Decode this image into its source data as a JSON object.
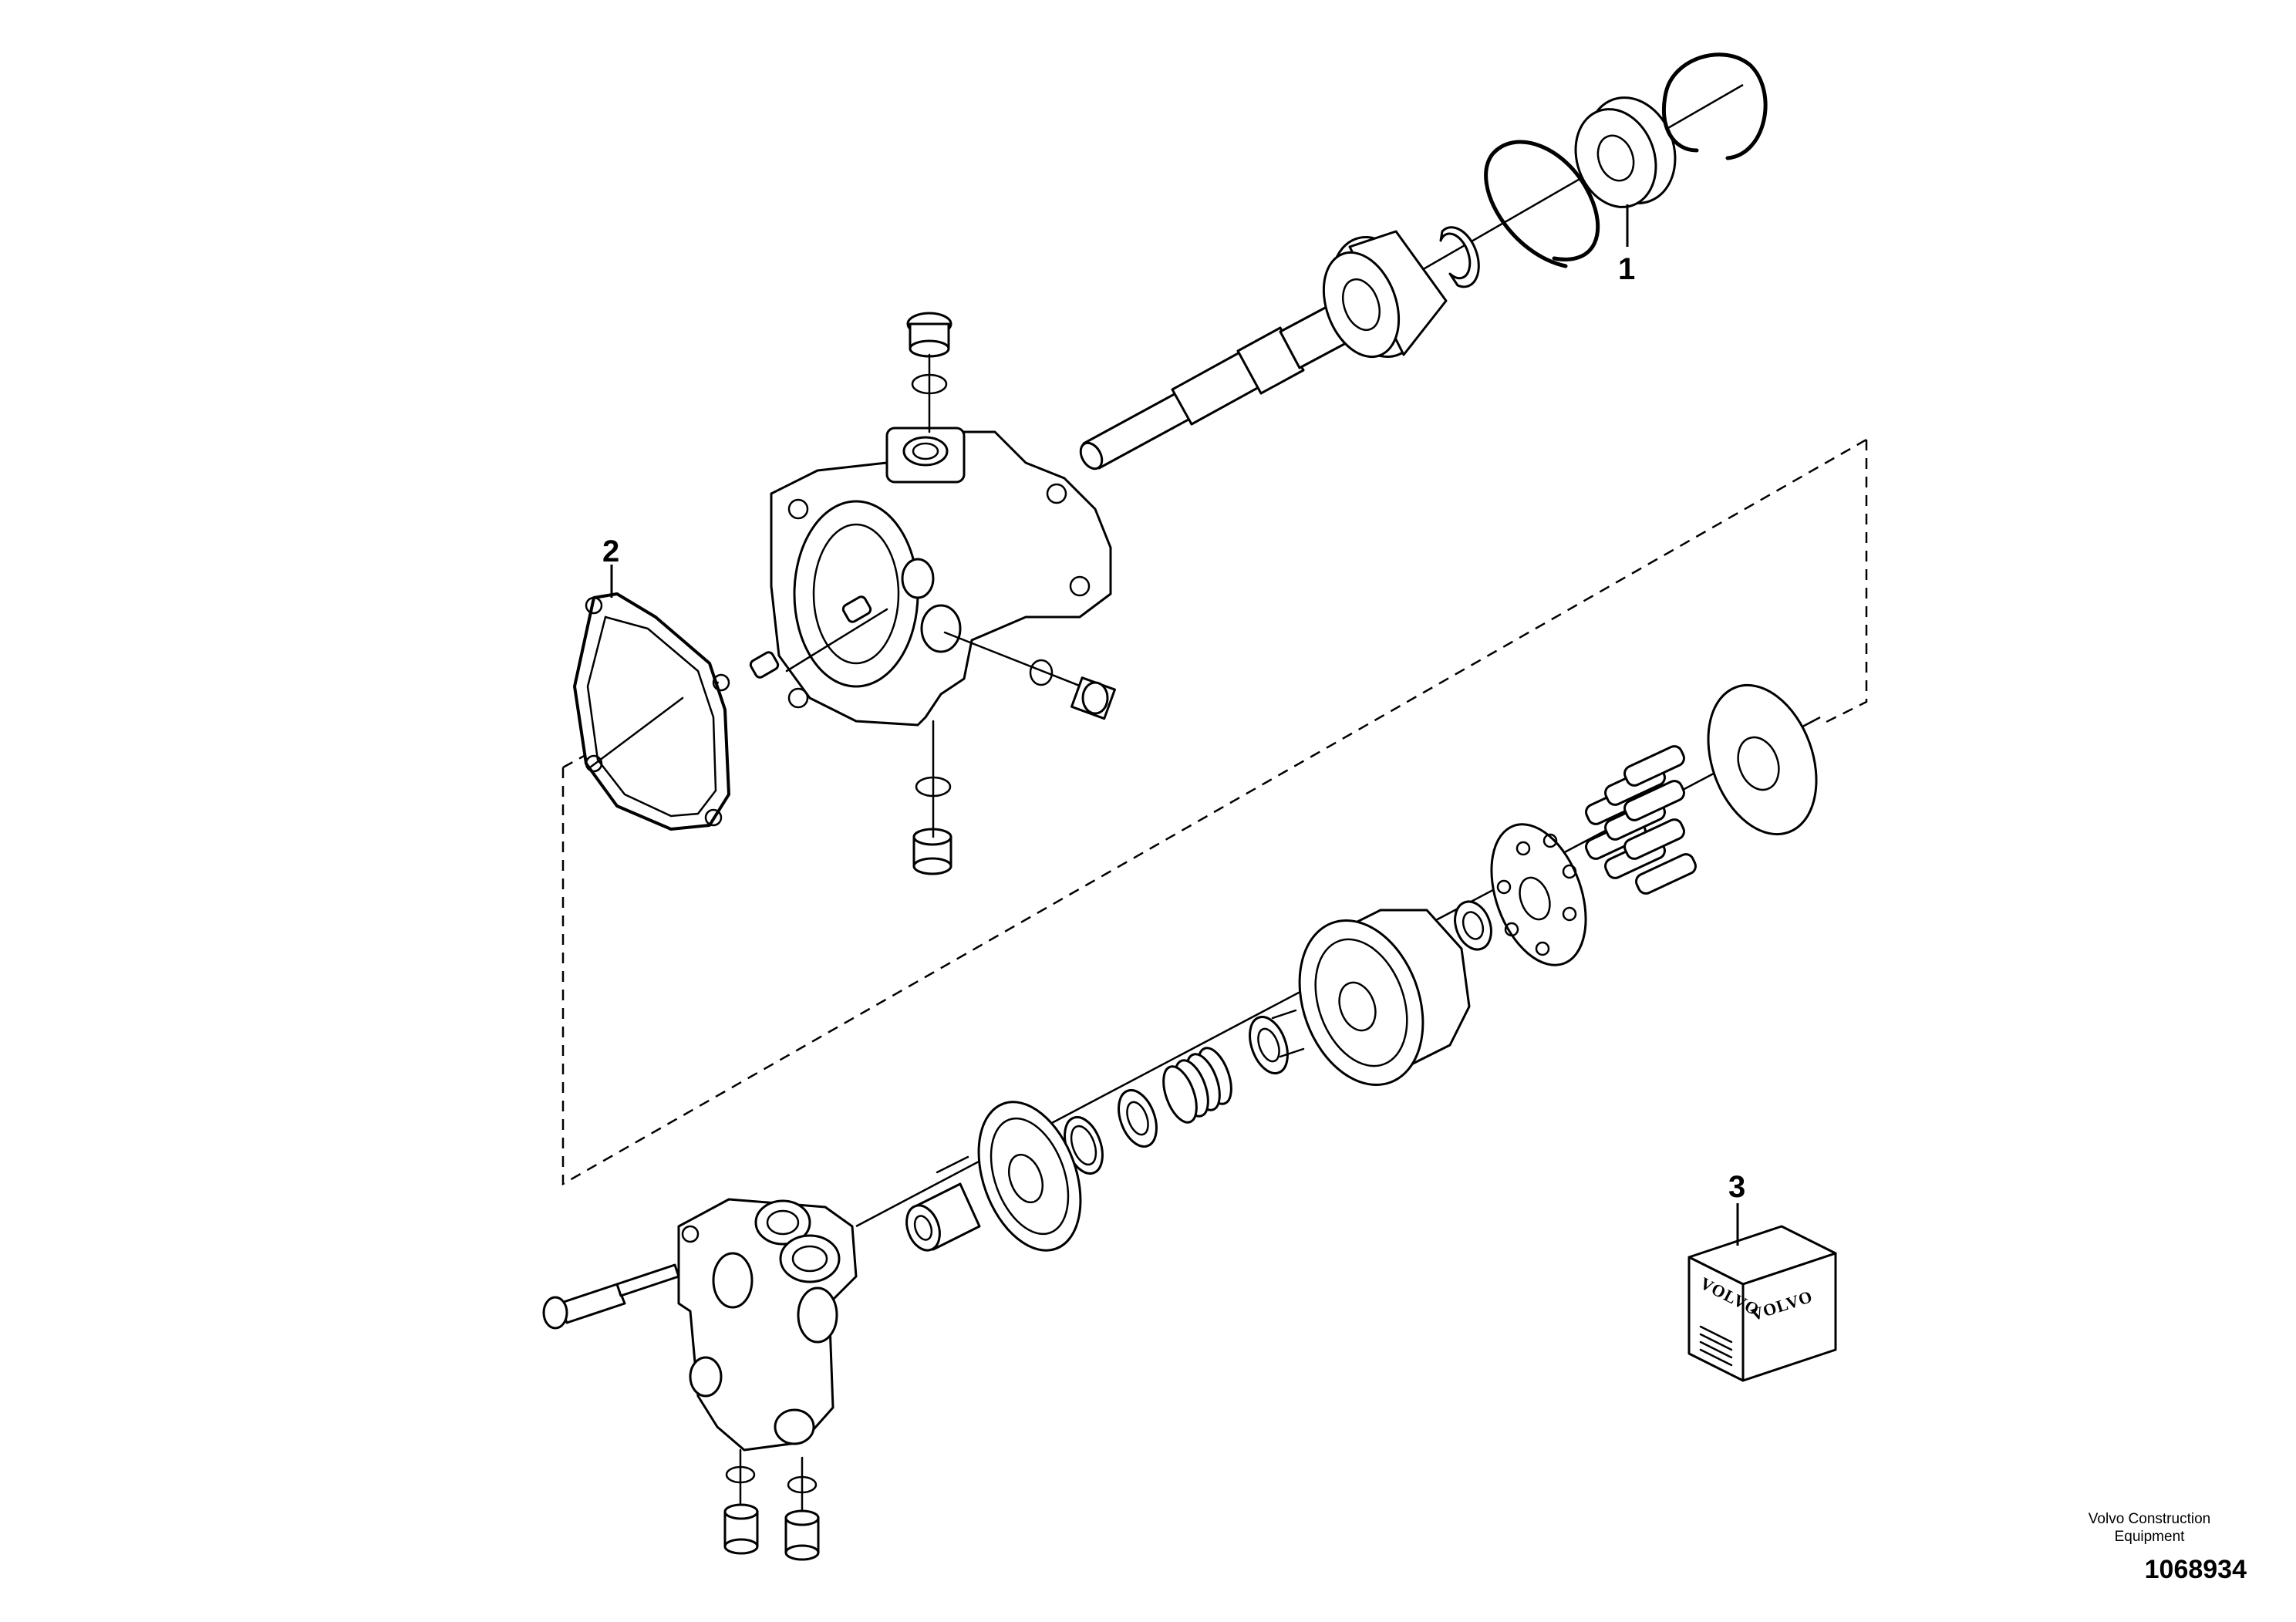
{
  "callouts": [
    {
      "number": "1"
    },
    {
      "number": "2"
    },
    {
      "number": "3"
    }
  ],
  "kit_box": {
    "brand_left": "VOLVO",
    "brand_right": "VOLVO"
  },
  "footer": {
    "company_line1": "Volvo Construction",
    "company_line2": "Equipment",
    "drawing_number": "1068934"
  }
}
